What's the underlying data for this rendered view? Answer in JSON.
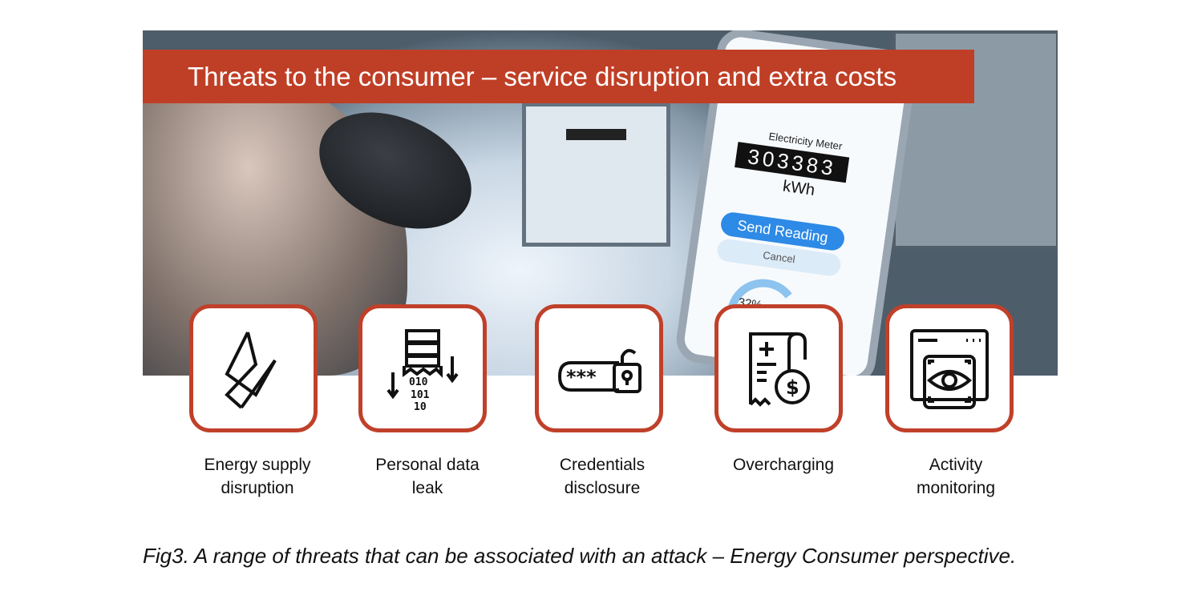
{
  "banner": {
    "title": "Threats to the consumer – service disruption and extra costs",
    "color": "#bf3f26"
  },
  "photo": {
    "phone_screen": {
      "title": "Electricity Meter",
      "reading": "303383",
      "unit": "kWh",
      "send_button": "Send Reading",
      "cancel_button": "Cancel",
      "gauge_percent": "32%"
    }
  },
  "threats": [
    {
      "icon": "lightning-icon",
      "label_line1": "Energy supply",
      "label_line2": "disruption"
    },
    {
      "icon": "data-leak-icon",
      "label_line1": "Personal data",
      "label_line2": "leak"
    },
    {
      "icon": "password-lock-icon",
      "label_line1": "Credentials",
      "label_line2": "disclosure"
    },
    {
      "icon": "bill-dollar-icon",
      "label_line1": "Overcharging",
      "label_line2": ""
    },
    {
      "icon": "eye-monitor-icon",
      "label_line1": "Activity",
      "label_line2": "monitoring"
    }
  ],
  "caption": "Fig3. A range of threats that can be associated with an attack – Energy Consumer perspective."
}
